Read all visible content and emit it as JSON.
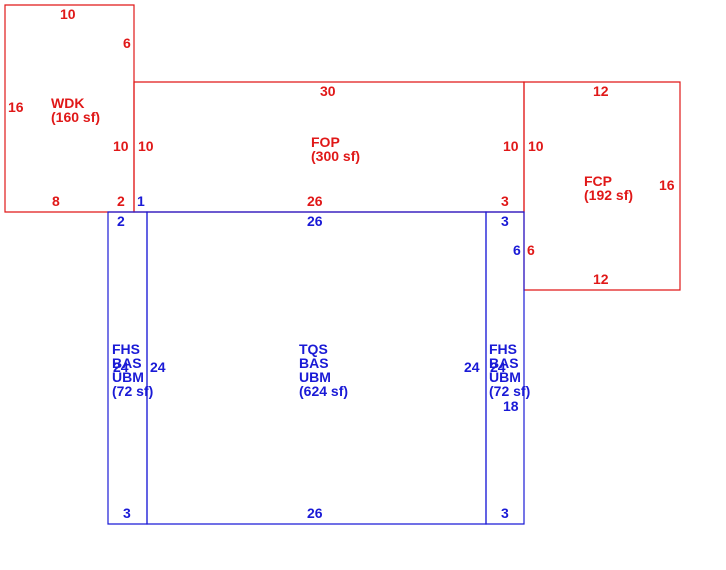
{
  "colors": {
    "exterior": "#e01818",
    "living": "#1a1ad6",
    "background": "#ffffff"
  },
  "areas": {
    "wdk": {
      "code": "WDK",
      "area": "(160 sf)"
    },
    "fop": {
      "code": "FOP",
      "area": "(300 sf)"
    },
    "fcp": {
      "code": "FCP",
      "area": "(192 sf)"
    },
    "main": {
      "code1": "TQS",
      "code2": "BAS",
      "code3": "UBM",
      "area": "(624 sf)"
    },
    "left_wing": {
      "code1": "FHS",
      "code2": "BAS",
      "code3": "UBM",
      "area": "(72 sf)"
    },
    "right_wing": {
      "code1": "FHS",
      "code2": "BAS",
      "code3": "UBM",
      "area": "(72 sf)"
    }
  },
  "dims": {
    "wdk_top": "10",
    "wdk_right_upper": "6",
    "wdk_left": "16",
    "wdk_right_lower": "10",
    "wdk_bottom": "8",
    "wdk_bottom_small": "2",
    "fop_top": "30",
    "fop_left": "10",
    "fop_right": "10",
    "fop_bottom_left": "1",
    "fop_bottom": "26",
    "fop_bottom_right": "3",
    "fcp_top": "12",
    "fcp_left": "10",
    "fcp_right": "16",
    "fcp_bottom": "12",
    "fcp_notch": "6",
    "lw_top": "2",
    "lw_left": "24",
    "lw_right": "24",
    "lw_bottom": "3",
    "main_top": "26",
    "main_bottom": "26",
    "rw_top": "3",
    "rw_left": "24",
    "rw_right": "24",
    "rw_notch": "6",
    "rw_lower": "18",
    "rw_bottom": "3"
  }
}
